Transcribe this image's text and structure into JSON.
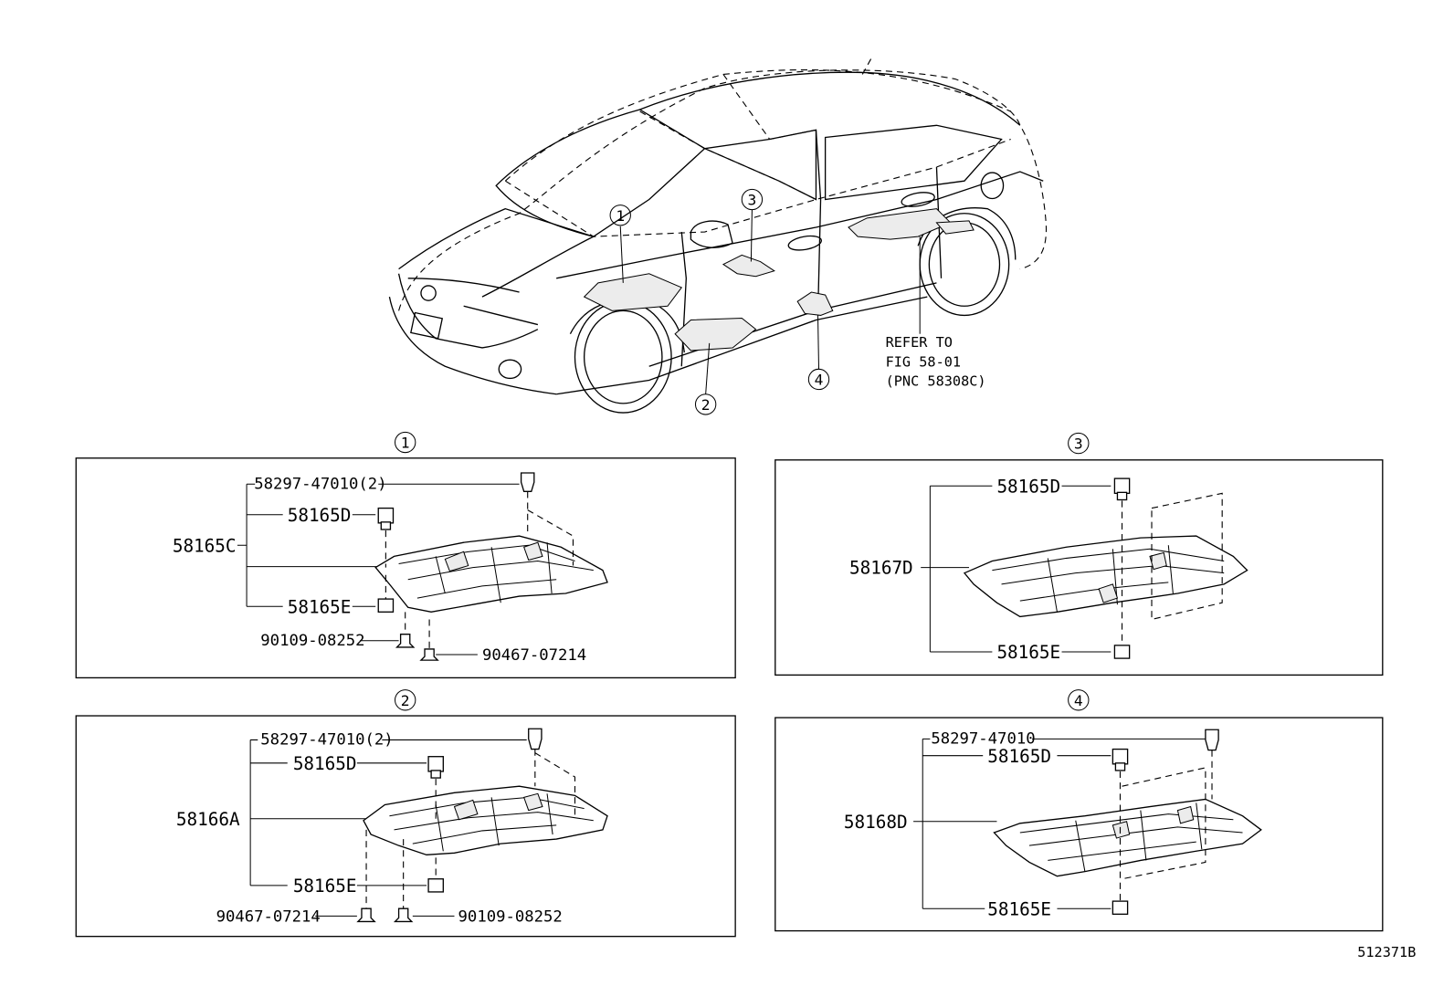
{
  "figure_id": "512371B",
  "overview": {
    "callouts": [
      "1",
      "2",
      "3",
      "4"
    ],
    "refer_note": [
      "REFER TO",
      "FIG 58-01",
      "(PNC 58308C)"
    ]
  },
  "panels": [
    {
      "id": "1",
      "labels": {
        "clip": "58297-47010(2)",
        "d": "58165D",
        "main": "58165C",
        "e": "58165E",
        "bolt": "90109-08252",
        "screw": "90467-07214"
      }
    },
    {
      "id": "2",
      "labels": {
        "clip": "58297-47010(2)",
        "d": "58165D",
        "main": "58166A",
        "e": "58165E",
        "screw": "90467-07214",
        "bolt": "90109-08252"
      }
    },
    {
      "id": "3",
      "labels": {
        "d": "58165D",
        "main": "58167D",
        "e": "58165E"
      }
    },
    {
      "id": "4",
      "labels": {
        "clip": "58297-47010",
        "d": "58165D",
        "main": "58168D",
        "e": "58165E"
      }
    }
  ]
}
